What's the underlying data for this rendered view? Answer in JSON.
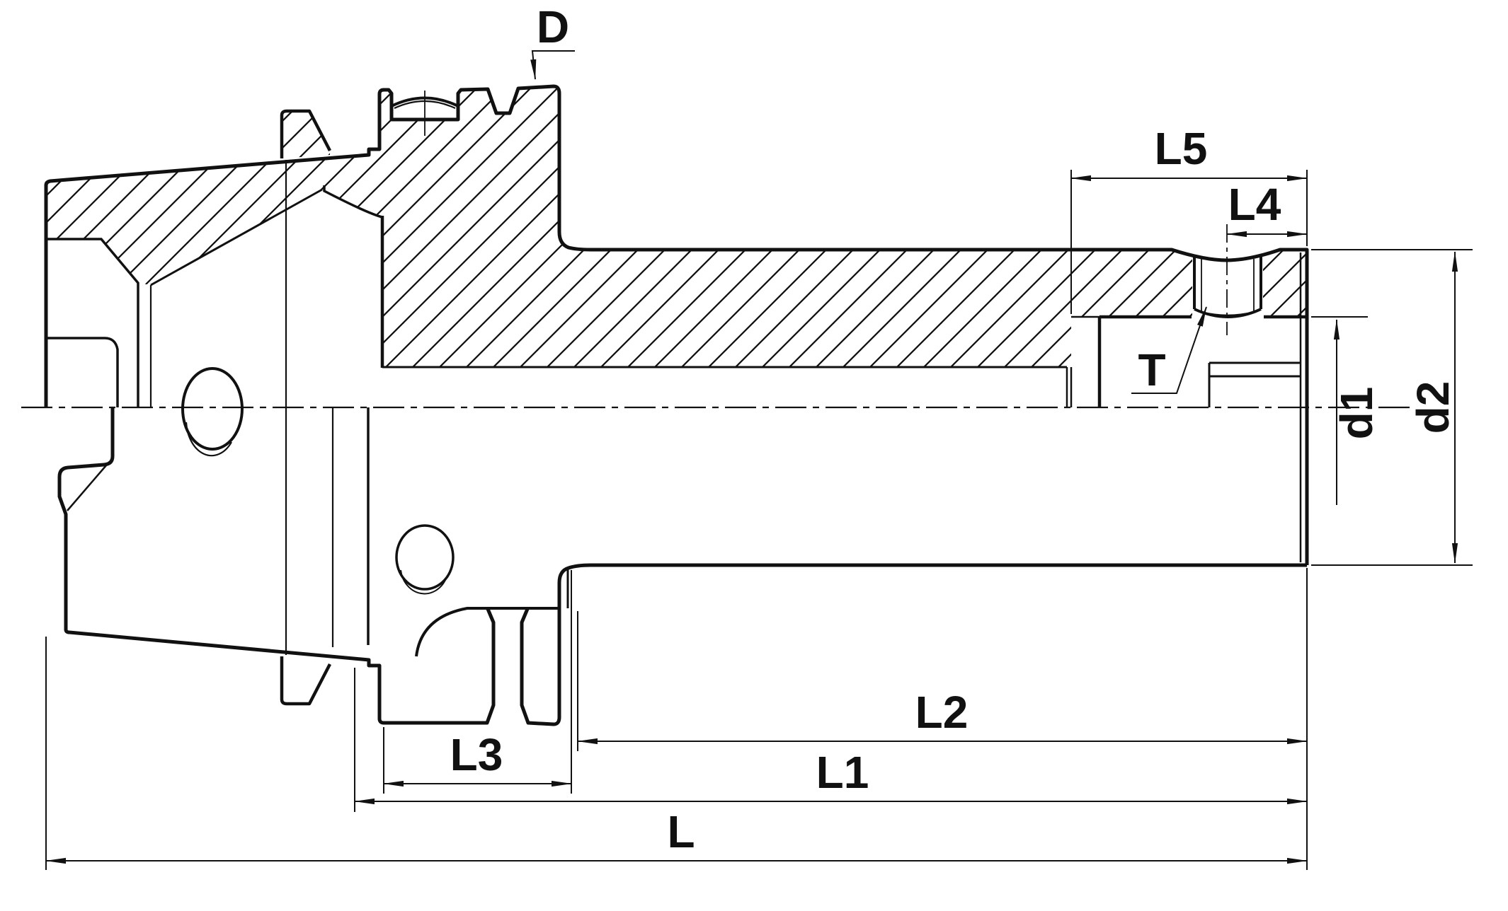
{
  "canvas": {
    "background": "#ffffff",
    "line_color": "#111111"
  },
  "drawing_type": "technical cross-section, tool holder",
  "labels": {
    "D": "D",
    "L5": "L5",
    "L4": "L4",
    "T": "T",
    "d1": "d1",
    "d2": "d2",
    "L2": "L2",
    "L1": "L1",
    "L3": "L3",
    "L": "L"
  }
}
